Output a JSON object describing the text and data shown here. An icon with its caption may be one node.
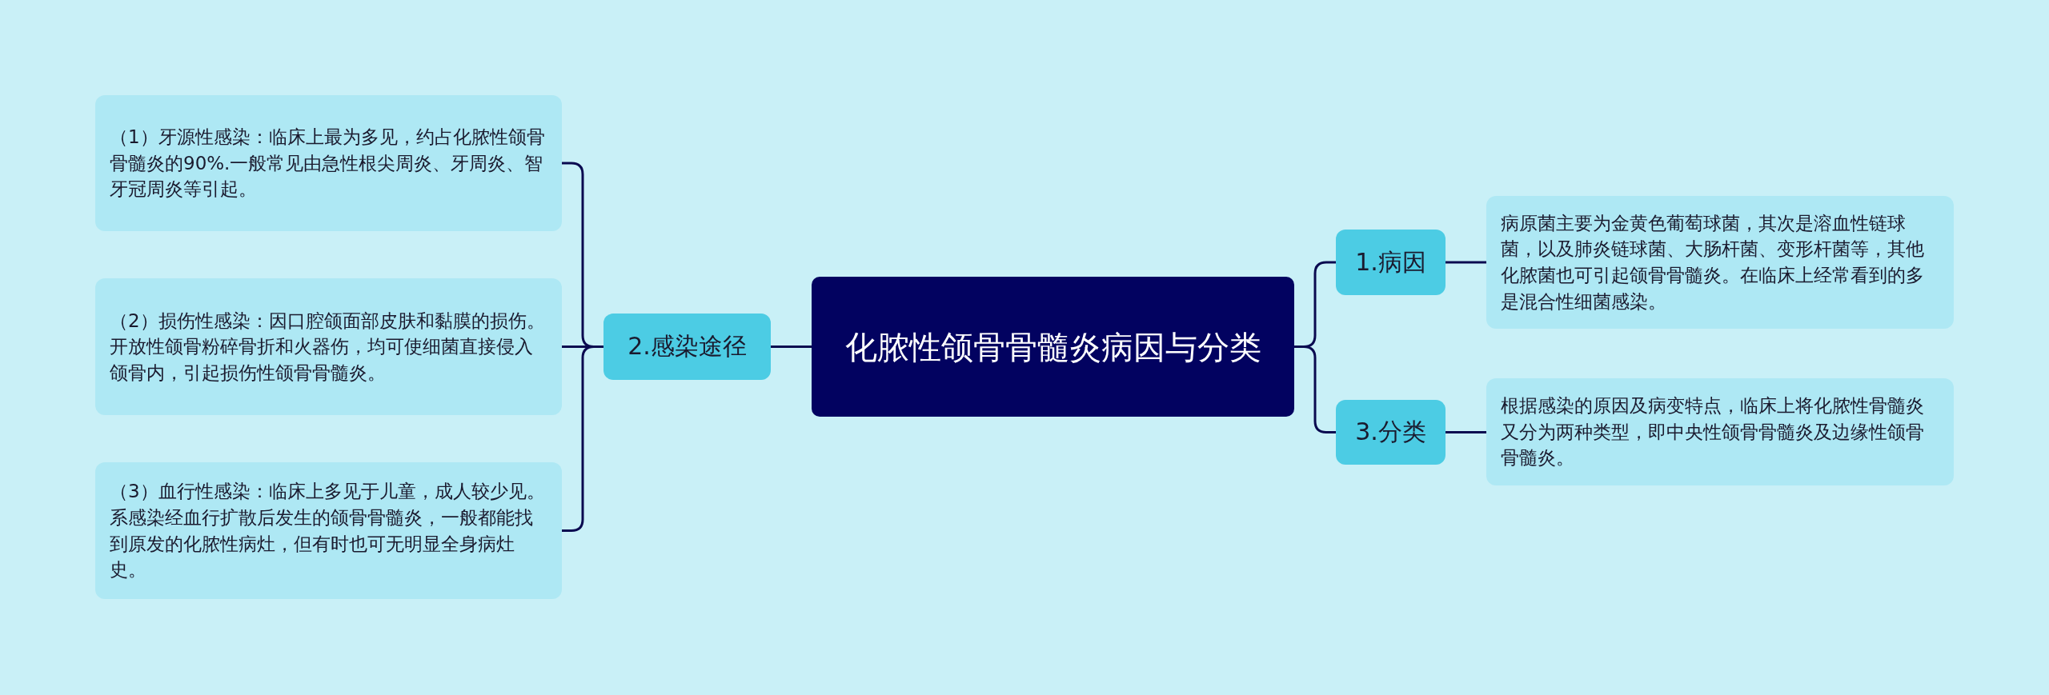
{
  "diagram": {
    "nodes": [
      {
        "text": [
          "化脓性颌骨骨髓炎病因与分类"
        ]
      },
      {
        "text": [
          "2.感染途径"
        ]
      },
      {
        "text": [
          "（1）牙源性感染：临床上最为多见，约占化脓性颌骨骨髓炎的90%.一般常见由急性根尖周炎、牙周炎、智牙冠周炎等引起。"
        ]
      },
      {
        "text": [
          "（2）损伤性感染：因口腔颌面部皮肤和黏膜的损伤。开放性颌骨粉碎骨折和火器伤，均可使细菌直接侵入颌骨内，引起损伤性颌骨骨髓炎。"
        ]
      },
      {
        "text": [
          "（3）血行性感染：临床上多见于儿童，成人较少见。系感染经血行扩散后发生的颌骨骨髓炎，一般都能找到原发的化脓性病灶，但有时也可无明显全身病灶史。"
        ]
      },
      {
        "text": [
          "1.病因"
        ]
      },
      {
        "text": [
          "病原菌主要为金黄色葡萄球菌，其次是溶血性链球菌，以及肺炎链球菌、大肠杆菌、变形杆菌等，其他化脓菌也可引起颌骨骨髓炎。在临床上经常看到的多是混合性细菌感染。"
        ]
      },
      {
        "text": [
          "3.分类"
        ]
      },
      {
        "text": [
          "根据感染的原因及病变特点，临床上将化脓性骨髓炎又分为两种类型，即中央性颌骨骨髓炎及边缘性颌骨骨髓炎。"
        ]
      }
    ],
    "edges": [
      {
        "from": 0,
        "to": 1,
        "arrow": "none"
      },
      {
        "from": 1,
        "to": 2,
        "arrow": "none"
      },
      {
        "from": 1,
        "to": 3,
        "arrow": "none"
      },
      {
        "from": 1,
        "to": 4,
        "arrow": "none"
      },
      {
        "from": 0,
        "to": 5,
        "arrow": "none"
      },
      {
        "from": 5,
        "to": 6,
        "arrow": "none"
      },
      {
        "from": 0,
        "to": 7,
        "arrow": "none"
      },
      {
        "from": 7,
        "to": 8,
        "arrow": "none"
      }
    ]
  }
}
